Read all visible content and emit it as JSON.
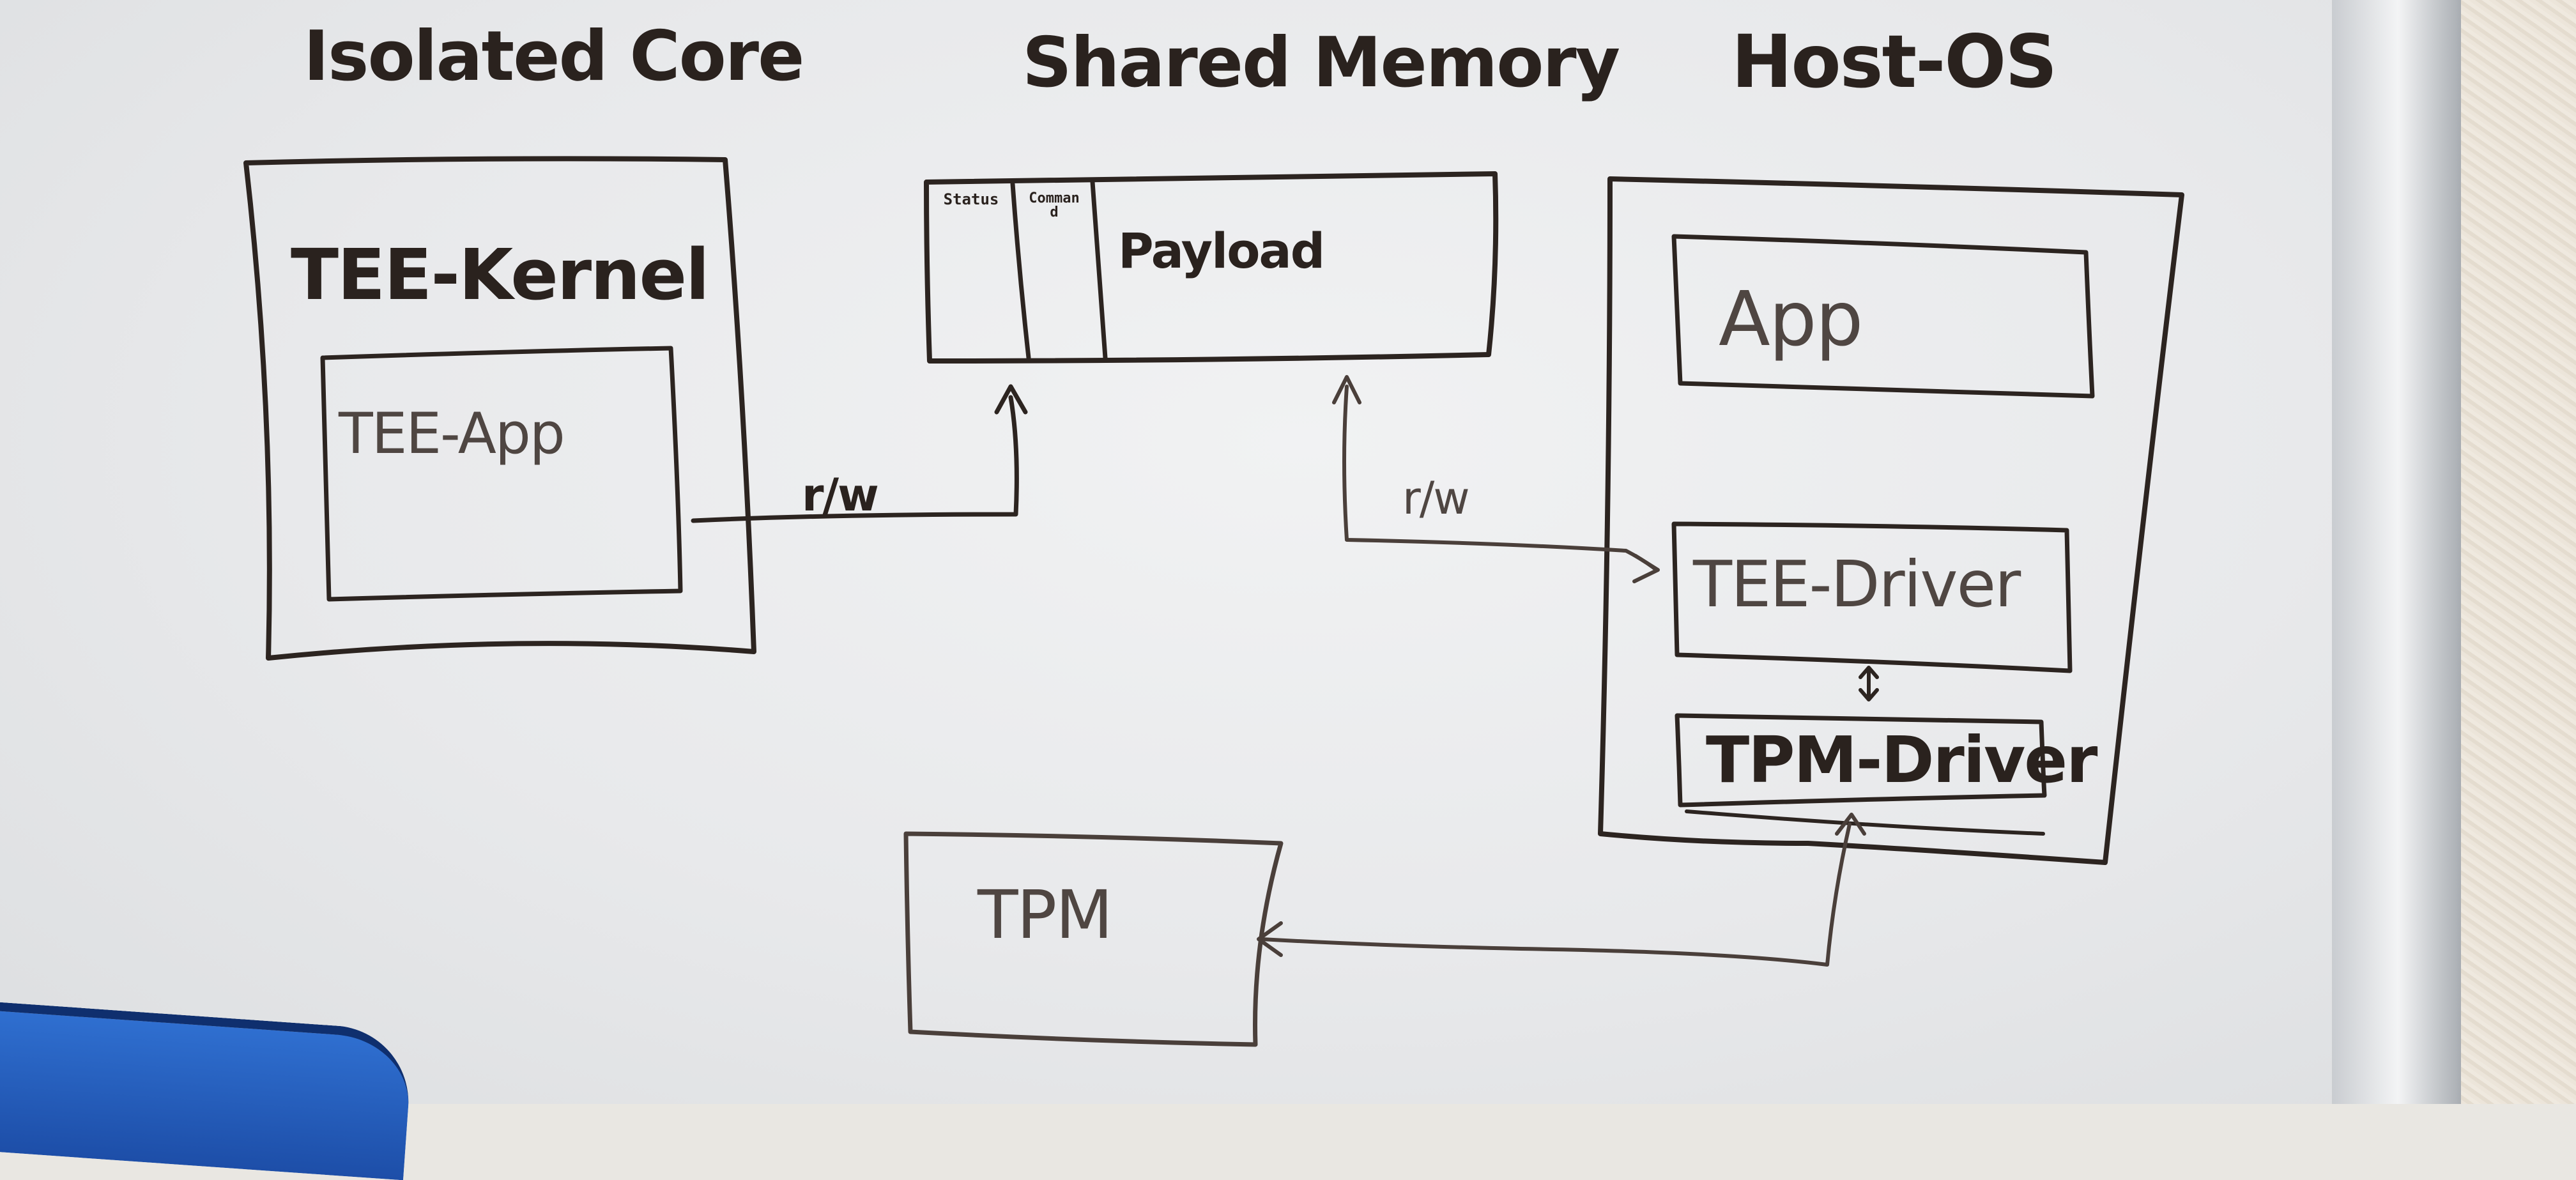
{
  "columns": {
    "isolated_core": "Isolated Core",
    "shared_memory": "Shared Memory",
    "host_os": "Host-OS"
  },
  "isolated_core": {
    "kernel_label": "TEE-Kernel",
    "app_label": "TEE-App"
  },
  "shared_memory": {
    "status_label": "Status",
    "command_label": "Command",
    "payload_label": "Payload"
  },
  "host_os": {
    "app_label": "App",
    "tee_driver_label": "TEE-Driver",
    "tpm_driver_label": "TPM-Driver"
  },
  "tpm": {
    "label": "TPM"
  },
  "edges": {
    "tee_app_to_status": "r/w",
    "payload_to_tee_driver": "r/w"
  }
}
